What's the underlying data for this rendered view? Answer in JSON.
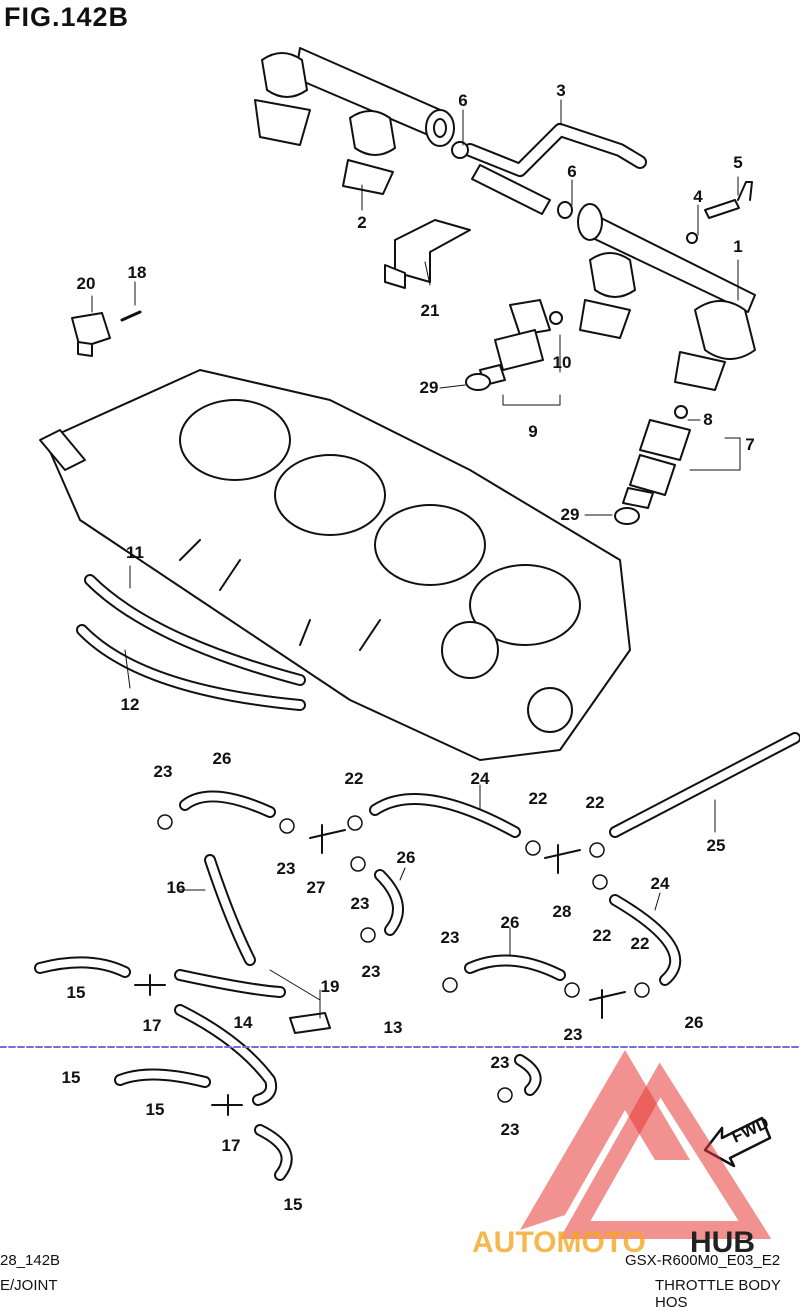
{
  "figure_title": "FIG.142B",
  "footer": {
    "left_code": "28_142B",
    "left_desc": "E/JOINT",
    "right_code": "GSX-R600M0_E03_E2",
    "right_desc": "THROTTLE BODY HOS"
  },
  "watermark": {
    "brand_left": "AUTOMOTO",
    "brand_right": "HUB"
  },
  "fwd_label": "FWD",
  "callouts": [
    "1",
    "2",
    "3",
    "4",
    "5",
    "6",
    "6",
    "7",
    "8",
    "9",
    "10",
    "11",
    "12",
    "13",
    "14",
    "15",
    "15",
    "15",
    "15",
    "16",
    "17",
    "17",
    "18",
    "19",
    "20",
    "21",
    "22",
    "22",
    "22",
    "22",
    "22",
    "23",
    "23",
    "23",
    "23",
    "23",
    "23",
    "23",
    "23",
    "24",
    "24",
    "25",
    "26",
    "26",
    "26",
    "26",
    "27",
    "28",
    "29",
    "29"
  ],
  "colors": {
    "ink": "#111111",
    "watermark_red": "#e53935",
    "watermark_orange": "#f5a623",
    "scan_line": "#7a6fd0"
  }
}
